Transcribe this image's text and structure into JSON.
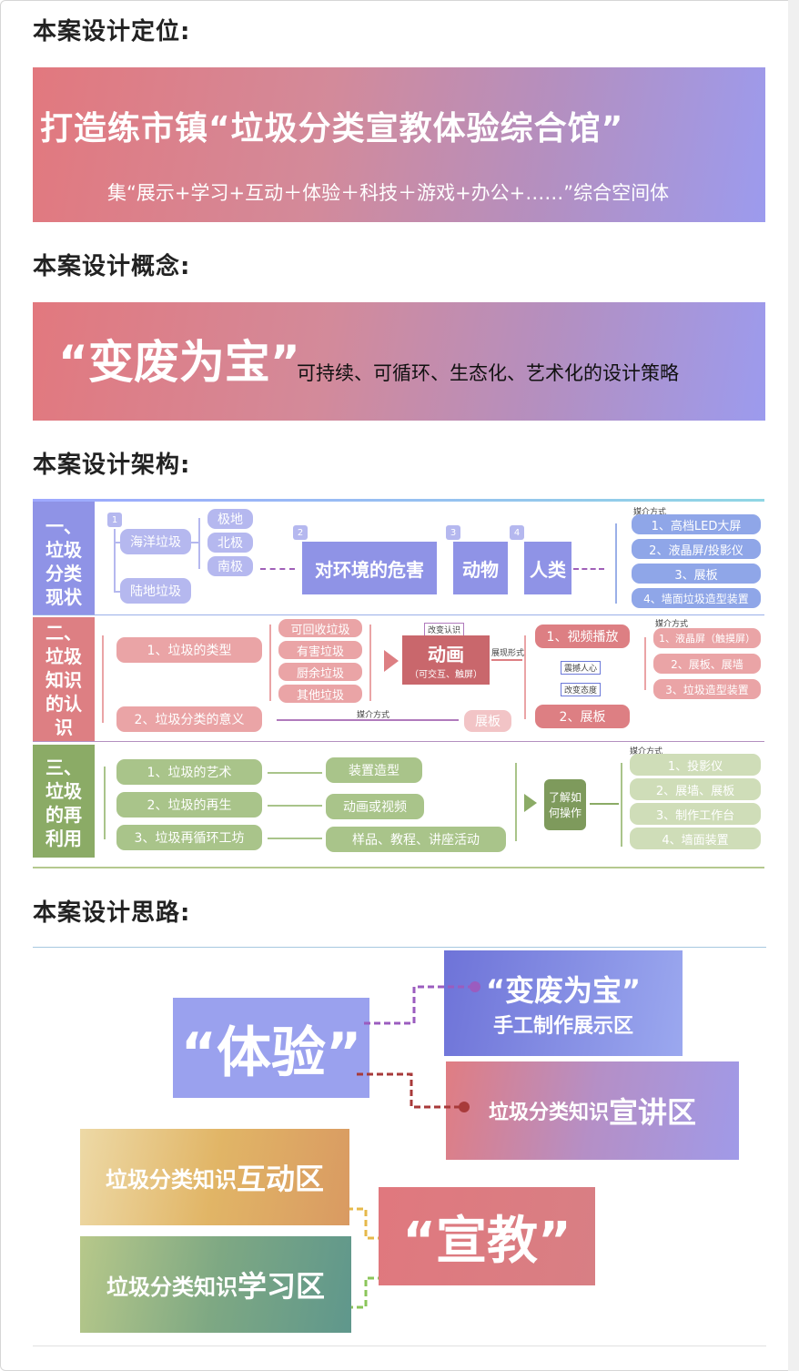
{
  "section1": {
    "title": "本案设计定位:",
    "headline": "打造练市镇“垃圾分类宣教体验综合馆”",
    "subline": "集“展示+学习+互动＋体验＋科技＋游戏+办公+……”综合空间体"
  },
  "section2": {
    "title": "本案设计概念:",
    "headline": "“变废为宝”",
    "subline": "可持续、可循环、生态化、艺术化的设计策略"
  },
  "section3": {
    "title": "本案设计架构:",
    "row1": {
      "label": "一、垃圾分类现状",
      "n1": "1",
      "n2": "2",
      "n3": "3",
      "n4": "4",
      "ocean": "海洋垃圾",
      "land": "陆地垃圾",
      "polar": "极地",
      "north": "北极",
      "south": "南极",
      "harm": "对环境的危害",
      "animal": "动物",
      "human": "人类",
      "media_label": "媒介方式",
      "media": [
        "1、高档LED大屏",
        "2、液晶屏/投影仪",
        "3、展板",
        "4、墙面垃圾造型装置"
      ]
    },
    "row2": {
      "label": "二、垃圾知识的认识",
      "types": "1、垃圾的类型",
      "meaning": "2、垃圾分类的意义",
      "kinds": [
        "可回收垃圾",
        "有害垃圾",
        "厨余垃圾",
        "其他垃圾"
      ],
      "change": "改变认识",
      "anim": "动画",
      "anim_sub": "（可交互、触屏）",
      "show_form": "展现形式",
      "video": "1、视频播放",
      "shock": "震撼人心",
      "attitude": "改变态度",
      "board2": "2、展板",
      "media_label": "媒介方式",
      "board": "展板",
      "media_label2": "媒介方式",
      "media": [
        "1、液晶屏（触摸屏）",
        "2、展板、展墙",
        "3、垃圾造型装置"
      ]
    },
    "row3": {
      "label": "三、垃圾的再利用",
      "items": [
        "1、垃圾的艺术",
        "2、垃圾的再生",
        "3、垃圾再循环工坊"
      ],
      "outs": [
        "装置造型",
        "动画或视频",
        "样品、教程、讲座活动"
      ],
      "understand": "了解如何操作",
      "media_label": "媒介方式",
      "media": [
        "1、投影仪",
        "2、展墙、展板",
        "3、制作工作台",
        "4、墙面装置"
      ]
    },
    "colors": {
      "row1": "#8f93e6",
      "row2": "#dd7f83",
      "row3": "#8bab66"
    }
  },
  "section4": {
    "title": "本案设计思路:",
    "experience": "“体验”",
    "zone1_a": "“变废为宝”",
    "zone1_b": "手工制作展示区",
    "zone2_a": "垃圾分类知识",
    "zone2_b": "宣讲区",
    "zone3_a": "垃圾分类知识",
    "zone3_b": "互动区",
    "zone4_a": "垃圾分类知识",
    "zone4_b": "学习区",
    "education": "“宣教”"
  }
}
